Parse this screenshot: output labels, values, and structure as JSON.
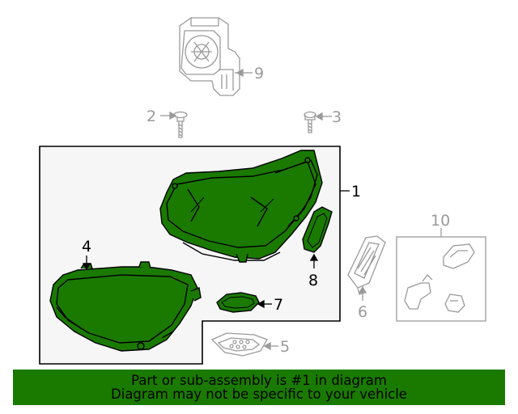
{
  "diagram": {
    "highlight_color": "#1a7a00",
    "callouts": [
      {
        "number": "1"
      },
      {
        "number": "2"
      },
      {
        "number": "3"
      },
      {
        "number": "4"
      },
      {
        "number": "5"
      },
      {
        "number": "6"
      },
      {
        "number": "7"
      },
      {
        "number": "8"
      },
      {
        "number": "9"
      },
      {
        "number": "10"
      }
    ]
  },
  "banner": {
    "line1": "Part or sub-assembly is #1 in diagram",
    "line2": "Diagram may not be specific to your vehicle"
  }
}
